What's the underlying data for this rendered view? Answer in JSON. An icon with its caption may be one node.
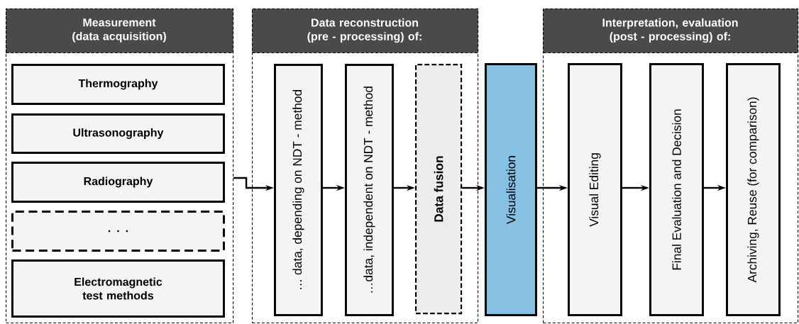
{
  "diagram": {
    "nodes": [
      {
        "text": [
          "Measurement (data acquisition)"
        ]
      },
      {
        "text": [
          "Thermography"
        ],
        "in": 0
      },
      {
        "text": [
          "Ultrasonography"
        ],
        "in": 0
      },
      {
        "text": [
          "Radiography"
        ],
        "in": 0
      },
      {
        "text": [
          ". . ."
        ],
        "in": 0
      },
      {
        "text": [
          "Electromagnetic test methods"
        ],
        "in": 0
      },
      {
        "text": [
          "Data reconstruction (pre - processing) of:"
        ]
      },
      {
        "text": [
          "… data, depending on NDT - method"
        ],
        "in": 6
      },
      {
        "text": [
          "…data, independent on NDT - method"
        ],
        "in": 6
      },
      {
        "text": [
          "Data fusion"
        ],
        "in": 6
      },
      {
        "text": [
          "Visualisation"
        ]
      },
      {
        "text": [
          "Interpretation, evaluation (post - processing) of:"
        ]
      },
      {
        "text": [
          "Visual Editing"
        ],
        "in": 11
      },
      {
        "text": [
          "Final Evaluation and Decision"
        ],
        "in": 11
      },
      {
        "text": [
          "Archiving, Reuse (for comparison)"
        ],
        "in": 11
      }
    ],
    "edges": [
      {
        "from": 0,
        "to": 7,
        "arrow": "to"
      },
      {
        "from": 7,
        "to": 8,
        "arrow": "to"
      },
      {
        "from": 8,
        "to": 9,
        "arrow": "to"
      },
      {
        "from": 9,
        "to": 10,
        "arrow": "to"
      },
      {
        "from": 10,
        "to": 12,
        "arrow": "to"
      },
      {
        "from": 12,
        "to": 13,
        "arrow": "to"
      },
      {
        "from": 13,
        "to": 14,
        "arrow": "to"
      }
    ]
  }
}
